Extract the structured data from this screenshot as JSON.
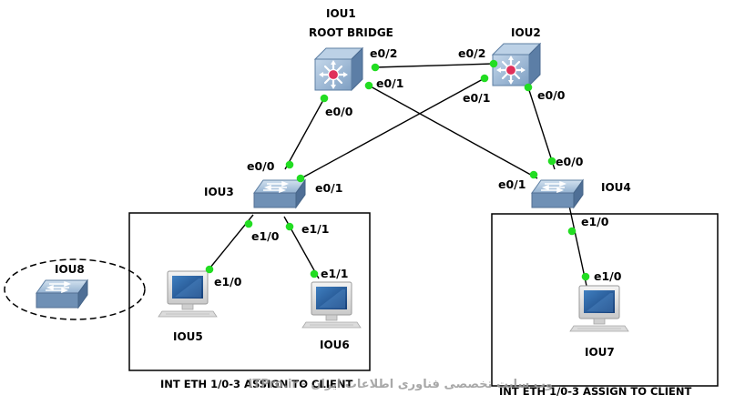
{
  "nodes": {
    "iou1": {
      "name": "IOU1",
      "role": "ROOT BRIDGE"
    },
    "iou2": {
      "name": "IOU2"
    },
    "iou3": {
      "name": "IOU3"
    },
    "iou4": {
      "name": "IOU4"
    },
    "iou5": {
      "name": "IOU5"
    },
    "iou6": {
      "name": "IOU6"
    },
    "iou7": {
      "name": "IOU7"
    },
    "iou8": {
      "name": "IOU8"
    }
  },
  "ports": {
    "iou1_e0_2": "e0/2",
    "iou1_e0_1": "e0/1",
    "iou1_e0_0": "e0/0",
    "iou2_e0_2": "e0/2",
    "iou2_e0_1": "e0/1",
    "iou2_e0_0": "e0/0",
    "iou3_e0_0": "e0/0",
    "iou3_e0_1": "e0/1",
    "iou3_e1_0": "e1/0",
    "iou3_e1_1": "e1/1",
    "iou4_e0_0": "e0/0",
    "iou4_e0_1": "e0/1",
    "iou4_e1_0": "e1/0",
    "iou5_e1_0": "e1/0",
    "iou6_e1_1": "e1/1",
    "iou7_e1_0": "e1/0"
  },
  "notes": {
    "left_box": "INT ETH 1/0-3 ASSIGN TO CLIENT",
    "right_box": "INT ETH 1/0-3 ASSIGN TO CLIENT"
  },
  "watermark": "ITPro.ir - وب سایت تخصصی فناوری اطلاعات ایران",
  "colors": {
    "link": "#000000",
    "port_dot": "#22dd22",
    "switch_body": "#6f90b5",
    "switch_face": "#a9c4de",
    "router_center": "#e0305a"
  }
}
